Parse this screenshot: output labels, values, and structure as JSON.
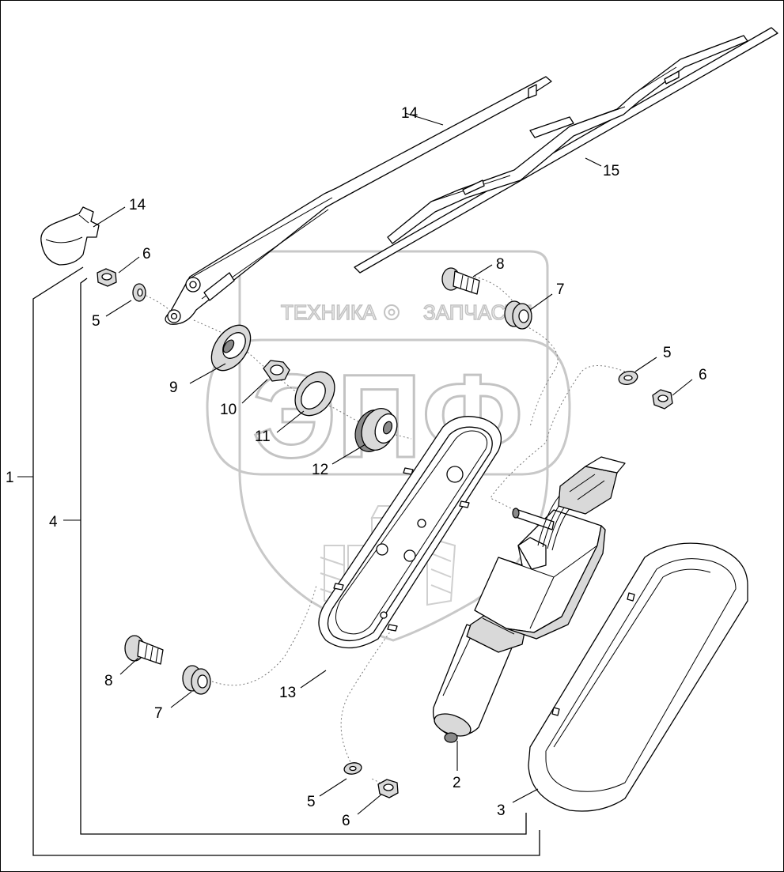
{
  "watermark": {
    "line1_left": "ТЕХНИКА",
    "line1_right": "ЗАПЧАСТИ",
    "logo": "ЭПФ"
  },
  "callouts": [
    {
      "id": "c14a",
      "label": "14"
    },
    {
      "id": "c15",
      "label": "15"
    },
    {
      "id": "c14b",
      "label": "14"
    },
    {
      "id": "c6a",
      "label": "6"
    },
    {
      "id": "c5a",
      "label": "5"
    },
    {
      "id": "c8a",
      "label": "8"
    },
    {
      "id": "c7a",
      "label": "7"
    },
    {
      "id": "c9",
      "label": "9"
    },
    {
      "id": "c10",
      "label": "10"
    },
    {
      "id": "c11",
      "label": "11"
    },
    {
      "id": "c12",
      "label": "12"
    },
    {
      "id": "c5b",
      "label": "5"
    },
    {
      "id": "c6b",
      "label": "6"
    },
    {
      "id": "c1",
      "label": "1"
    },
    {
      "id": "c4",
      "label": "4"
    },
    {
      "id": "c8b",
      "label": "8"
    },
    {
      "id": "c7b",
      "label": "7"
    },
    {
      "id": "c13",
      "label": "13"
    },
    {
      "id": "c2",
      "label": "2"
    },
    {
      "id": "c5c",
      "label": "5"
    },
    {
      "id": "c6c",
      "label": "6"
    },
    {
      "id": "c3",
      "label": "3"
    }
  ]
}
